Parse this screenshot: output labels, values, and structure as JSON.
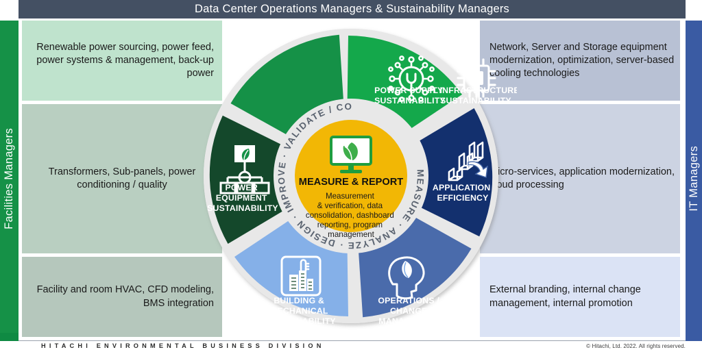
{
  "header": {
    "title": "Data Center Operations Managers & Sustainability Managers",
    "bg": "#445063"
  },
  "rails": {
    "left": {
      "label": "Facilities Managers",
      "color": "#159147"
    },
    "right": {
      "label": "IT Managers",
      "color": "#3a5ba3"
    }
  },
  "panels": {
    "left": [
      {
        "text": "Renewable power sourcing, power feed, power systems & management, back-up power",
        "bg": "#bfe3cd",
        "align": "right"
      },
      {
        "text": "Transformers, Sub-panels, power conditioning / quality",
        "bg": "#b9cfc1",
        "align": "center"
      },
      {
        "text": "Facility and room HVAC, CFD modeling, BMS integration",
        "bg": "#b5c7bc",
        "align": "right"
      }
    ],
    "right": [
      {
        "text": "Network, Server and Storage equipment modernization, optimization, server-based cooling technologies",
        "bg": "#b8c1d4",
        "align": "left"
      },
      {
        "text": "Micro-services, application modernization, cloud processing",
        "bg": "#ccd3e2",
        "align": "left"
      },
      {
        "text": "External branding, internal change management, internal promotion",
        "bg": "#dbe3f5",
        "align": "left"
      }
    ]
  },
  "wheel": {
    "ring_text": "MEASURE · ANALYZE · DESIGN · IMPROVE · VALIDATE / CONTROL · DEFINE ·",
    "ring_bg": "#e8e8e8",
    "ring_text_color": "#5a6370",
    "hub": {
      "title": "MEASURE & REPORT",
      "body_lines": [
        "Measurement",
        "& verification, data",
        "consolidation, dashboard",
        "reporting, program",
        "management"
      ],
      "bg": "#f2b705",
      "icon": "monitor-leaf-icon"
    },
    "segments": [
      {
        "id": "power-supply-sustainability",
        "lines": [
          "POWER SUPPLY",
          "SUSTAINABILITY"
        ],
        "color": "#14a84b",
        "icon": "power-plug-network-icon"
      },
      {
        "id": "it-infrastructure-sustainability",
        "lines": [
          "IT INFRASTRUCTURE",
          "SUSTAINABILITY"
        ],
        "color": "#13306e",
        "icon": "cpu-chip-icon"
      },
      {
        "id": "application-efficiency",
        "lines": [
          "APPLICATION",
          "EFFICIENCY"
        ],
        "color": "#4a6bab",
        "icon": "bar-chart-arrow-icon"
      },
      {
        "id": "operations-change-management",
        "lines": [
          "OPERATIONS /",
          "CHANGE",
          "MANAGEMENT"
        ],
        "color": "#85b0e8",
        "icon": "head-leaf-icon"
      },
      {
        "id": "building-mechanical-sustainability",
        "lines": [
          "BUILDING &",
          "MECHANICAL",
          "SUSTAINABILITY"
        ],
        "color": "#14482b",
        "icon": "building-thermometer-icon"
      },
      {
        "id": "power-equipment-sustainability",
        "lines": [
          "POWER",
          "EQUIPMENT",
          "SUSTAINABILITY"
        ],
        "color": "#159147",
        "icon": "leaf-hierarchy-icon"
      }
    ]
  },
  "footer": {
    "brand": "HITACHI ENVIRONMENTAL BUSINESS DIVISION",
    "copyright": "© Hitachi, Ltd. 2022. All rights reserved."
  }
}
